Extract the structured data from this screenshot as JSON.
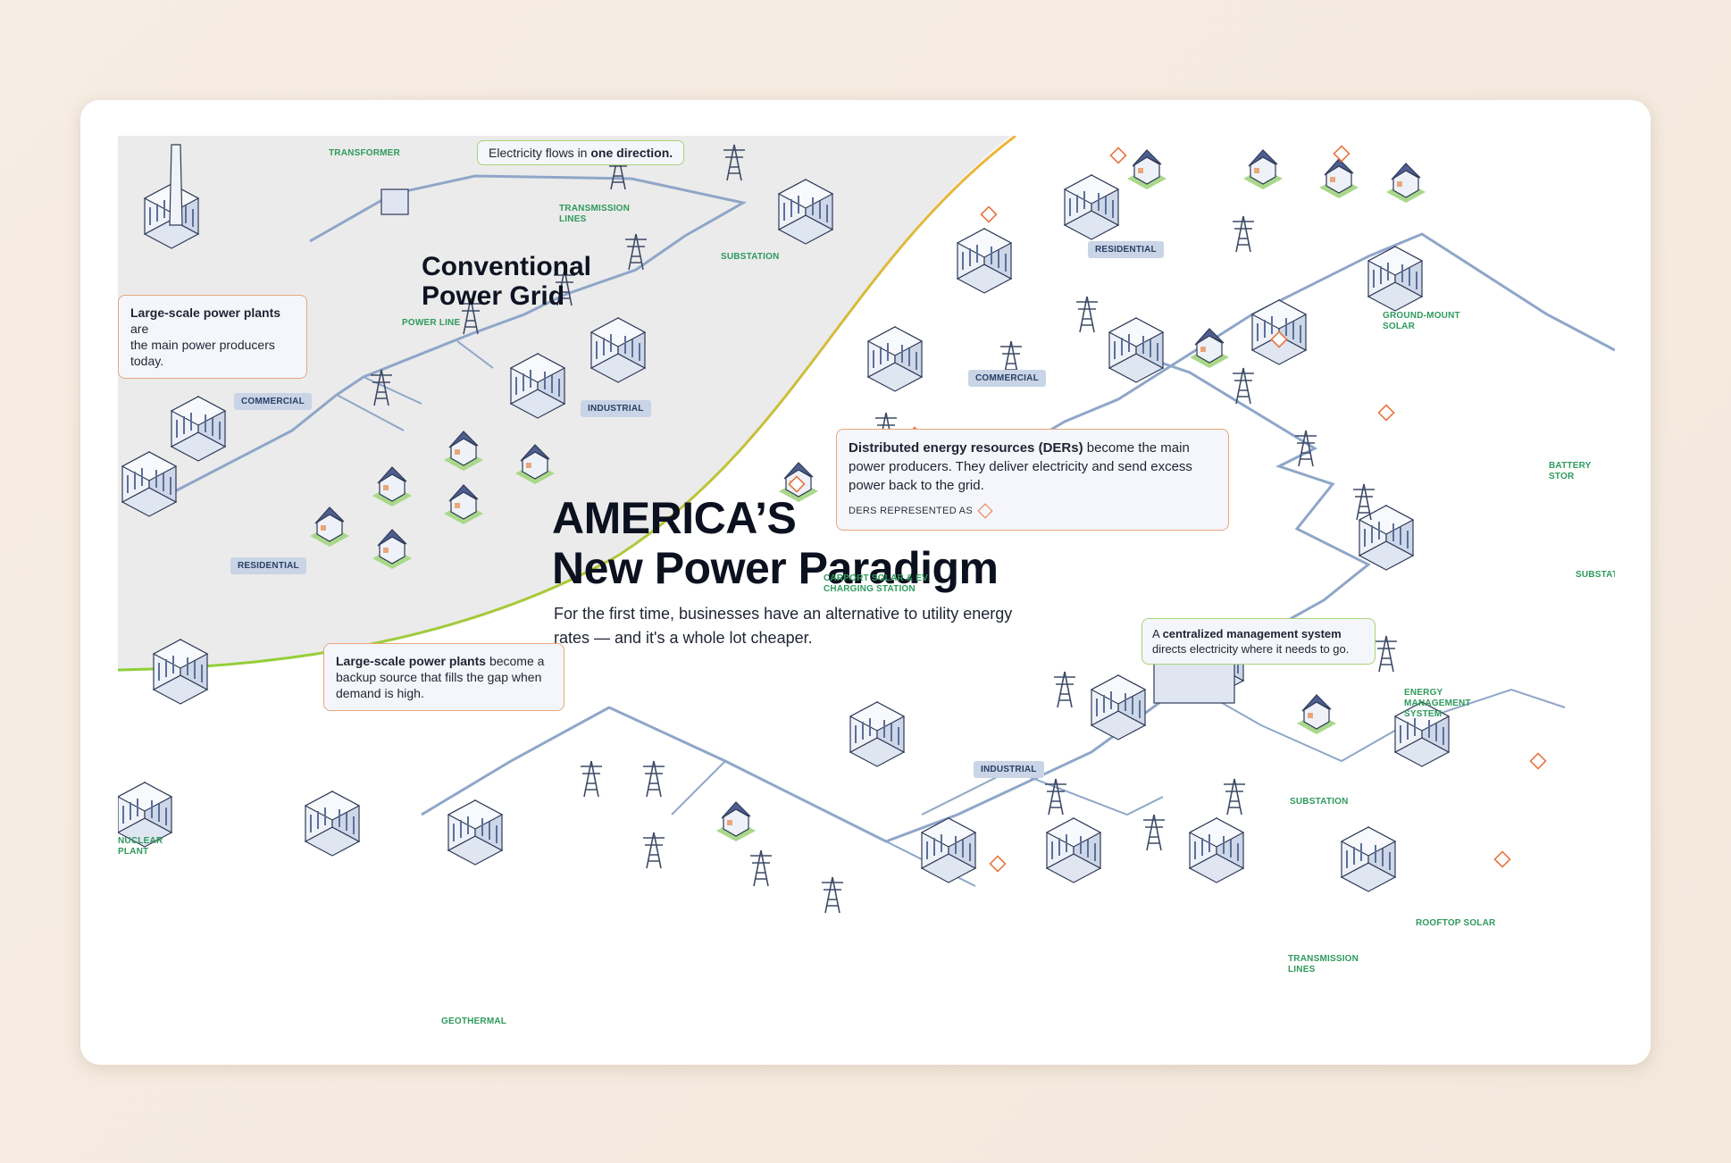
{
  "conventional": {
    "title_line1": "Conventional",
    "title_line2": "Power Grid",
    "flow_note": {
      "prefix": "Electricity flows in ",
      "bold": "one direction."
    },
    "plants_note": {
      "bold": "Large-scale power plants",
      "rest1": " are",
      "rest2": "the main power producers today."
    },
    "labels": {
      "transformer": "TRANSFORMER",
      "transmission": "TRANSMISSION\nLINES",
      "substation": "SUBSTATION",
      "power_line": "POWER LINE"
    },
    "chips": {
      "commercial": "COMMERCIAL",
      "industrial": "INDUSTRIAL",
      "residential": "RESIDENTIAL"
    }
  },
  "paradigm": {
    "title_line1": "AMERICA’S",
    "title_line2": "New Power Paradigm",
    "subtitle": "For the first time, businesses have an alternative to utility energy rates — and it's a whole lot cheaper.",
    "der_note": {
      "bold": "Distributed energy resources (DERs)",
      "rest": " become the main power producers. They deliver electricity and send excess power back to the grid.",
      "legend": "DERS REPRESENTED AS"
    },
    "backup_note": {
      "bold": "Large-scale power plants",
      "rest": " become a backup source that fills the gap when demand is high."
    },
    "ems_note": {
      "prefix": "A ",
      "bold": "centralized management system",
      "rest": " directs electricity where it needs to go."
    },
    "labels": {
      "ground_mount": "GROUND-MOUNT\nSOLAR",
      "battery": "BATTERY STOR",
      "substation_top": "SUBSTAT",
      "carport": "CARPORT SOLAR & EV\nCHARGING STATION",
      "ems": "ENERGY\nMANAGEMENT\nSYSTEM",
      "substation": "SUBSTATION",
      "rooftop": "ROOFTOP SOLAR",
      "transmission": "TRANSMISSION\nLINES",
      "nuclear": "NUCLEAR\nPLANT",
      "geothermal": "GEOTHERMAL"
    },
    "chips": {
      "residential": "RESIDENTIAL",
      "commercial": "COMMERCIAL",
      "industrial": "INDUSTRIAL"
    }
  },
  "colors": {
    "accent_orange": "#e8733f",
    "accent_green": "#8cc63f",
    "line_blue": "#8ea6c8",
    "grid_bg": "#ebebeb"
  }
}
